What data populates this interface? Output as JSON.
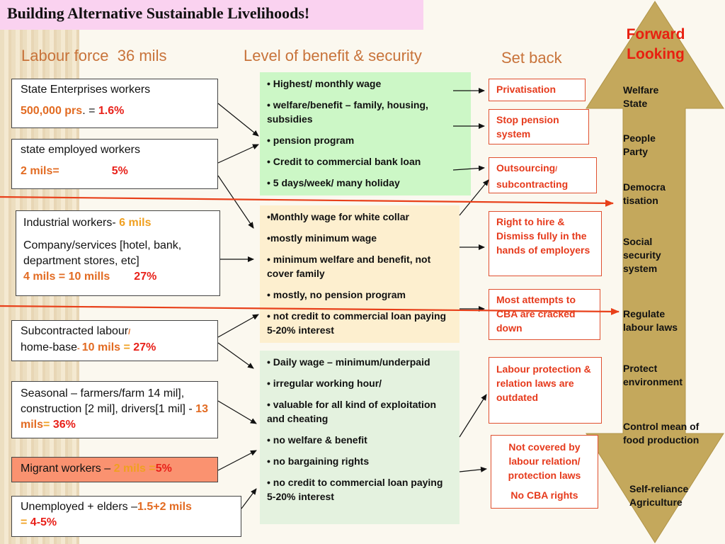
{
  "title": "Building Alternative Sustainable Livelihoods!",
  "headers": {
    "labour_force": "Labour force",
    "labour_force_value": "36 mils",
    "benefit": "Level of benefit & security",
    "setback": "Set back",
    "forward": "Forward Looking"
  },
  "colors": {
    "accent_red": "#e8211a",
    "accent_orange": "#e26b22",
    "arrow": "#c4a85c",
    "green_box": "#ccf7c6",
    "cream_box": "#fdefcf",
    "light_green_box": "#e4f2df"
  },
  "labour_groups": [
    {
      "l1": "State Enterprises workers",
      "l2a": "500,000 prs",
      "l2b": ". = ",
      "l2c": "1.6%"
    },
    {
      "l1": "state employed workers",
      "l2a": "2 mils",
      "l2b": "=",
      "l2c": "5%"
    },
    {
      "l1a": "Industrial workers- ",
      "l1b": "6 mils",
      "l2": "Company/services [hotel, bank, department stores, etc]",
      "l3a": "4 mils = 10 mills",
      "l3b": "27%"
    },
    {
      "l1a": "Subcontracted labour",
      "l1b": "/",
      "l2a": "home-base",
      "l2b": "- ",
      "l2c": "10 mils",
      "l2d": " = ",
      "l2e": "27%"
    },
    {
      "l1": "Seasonal – farmers/farm 14 mil], construction [2 mil], drivers[1 mil] - ",
      "l2a": "13 mils",
      "l2b": "= ",
      "l2c": "36%"
    },
    {
      "l1": "Migrant workers – ",
      "l2": "2 mils =",
      "l3": "5%"
    },
    {
      "l1": "Unemployed + elders –",
      "l2": "1.5+2 mils",
      "l3": "= ",
      "l4": "4-5%"
    }
  ],
  "benefit_levels": [
    {
      "items": [
        "• Highest/ monthly wage",
        "• welfare/benefit – family, housing, subsidies",
        "• pension program",
        "• Credit to commercial bank loan",
        "• 5 days/week/ many holiday"
      ]
    },
    {
      "items": [
        "•Monthly wage for white collar",
        "•mostly minimum wage",
        "• minimum welfare and benefit, not cover family",
        "• mostly, no  pension program",
        "• not  credit to  commercial loan paying 5-20% interest"
      ]
    },
    {
      "items": [
        "• Daily wage – minimum/underpaid",
        "• irregular working hour/",
        "• valuable for all kind of exploitation and cheating",
        "• no welfare & benefit",
        "• no bargaining rights",
        "•  no credit to commercial loan paying 5-20% interest"
      ]
    }
  ],
  "setbacks": [
    {
      "text": "Privatisation"
    },
    {
      "text": "Stop pension system"
    },
    {
      "text_a": "Outsourcing",
      "text_b": "/",
      "text_c": " subcontracting"
    },
    {
      "text": "Right to hire & Dismiss fully in the hands of employers"
    },
    {
      "text": "Most attempts to CBA are cracked down"
    },
    {
      "text": "Labour protection & relation laws are outdated"
    },
    {
      "text": "Not covered by labour relation/ protection laws",
      "text2": "No CBA rights"
    }
  ],
  "forward_items": [
    "Welfare State",
    "People Party",
    "Democra tisation",
    "Social security system",
    "Regulate labour laws",
    "Protect environment",
    "Control mean of food production",
    "Self-reliance Agriculture"
  ]
}
